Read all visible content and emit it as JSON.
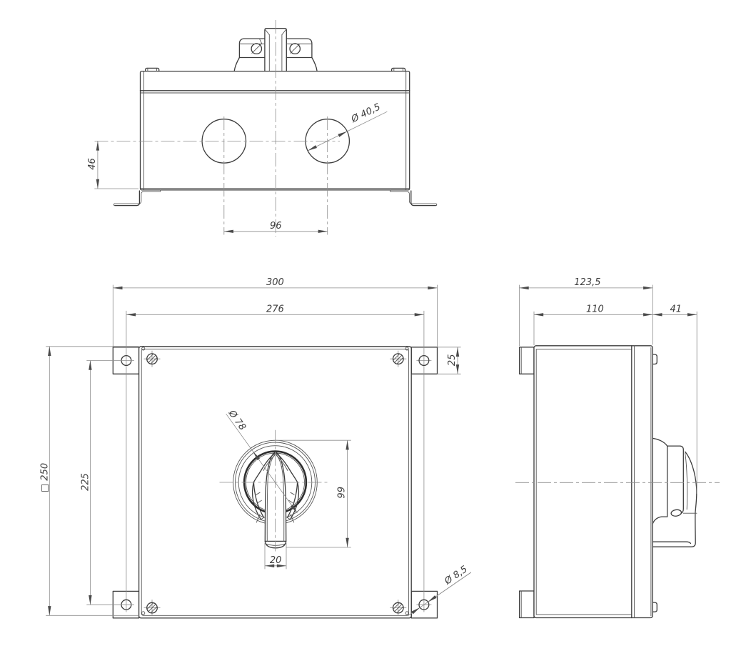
{
  "meta": {
    "background": "#ffffff",
    "contour_color": "#3c3c3c",
    "thin_line_color": "#8d8d8d",
    "text_color": "#3d3d3d",
    "drawing_type": "engineering three-view drawing of switch enclosure"
  },
  "views": {
    "top": {
      "name": "top view"
    },
    "front": {
      "name": "front view"
    },
    "side": {
      "name": "side view"
    }
  },
  "dims": {
    "d46": {
      "label": "46",
      "value": 46
    },
    "d96": {
      "label": "96",
      "value": 96
    },
    "d40_5": {
      "label": "Ø 40,5",
      "value": 40.5
    },
    "d300": {
      "label": "300",
      "value": 300
    },
    "d276": {
      "label": "276",
      "value": 276
    },
    "d250": {
      "label": "□ 250",
      "value": 250
    },
    "d225": {
      "label": "225",
      "value": 225
    },
    "d25": {
      "label": "25",
      "value": 25
    },
    "d78": {
      "label": "Ø 78",
      "value": 78
    },
    "d99": {
      "label": "99",
      "value": 99
    },
    "d20": {
      "label": "20",
      "value": 20
    },
    "d8_5": {
      "label": "Ø 8,5",
      "value": 8.5
    },
    "d123_5": {
      "label": "123,5",
      "value": 123.5
    },
    "d110": {
      "label": "110",
      "value": 110
    },
    "d41": {
      "label": "41",
      "value": 41
    }
  }
}
